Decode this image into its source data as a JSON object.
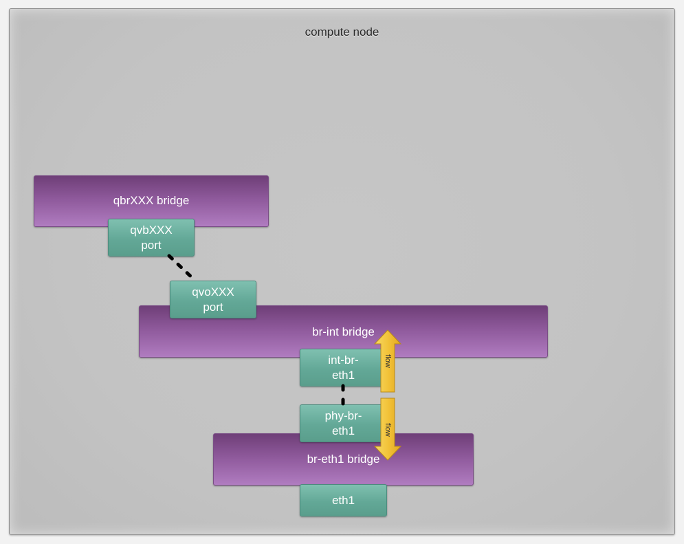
{
  "compute_node": {
    "title": "compute node"
  },
  "bridges": {
    "qbr": "qbrXXX bridge",
    "br_int": "br-int bridge",
    "br_eth1": "br-eth1 bridge"
  },
  "ports": {
    "qvb": [
      "qvbXXX",
      "port"
    ],
    "qvo": [
      "qvoXXX",
      "port"
    ],
    "int_br_eth1": [
      "int-br-",
      "eth1"
    ],
    "phy_br_eth1": [
      "phy-br-",
      "eth1"
    ],
    "eth1": [
      "eth1"
    ]
  },
  "flow_arrows": [
    "flow",
    "flow"
  ],
  "colors": {
    "bridge": "#8e599b",
    "port": "#63a897",
    "arrow": "#f2c33a",
    "background": "#c4c4c4"
  }
}
